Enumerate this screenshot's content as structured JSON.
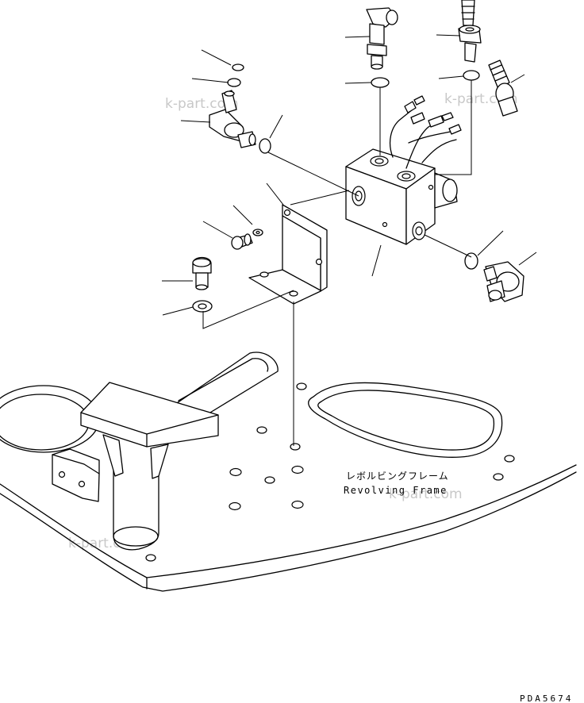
{
  "frame_label_jp": "レボルビングフレーム",
  "frame_label_en": "Revolving Frame",
  "drawing_code": "PDA5674",
  "watermark": "k-part.com",
  "colors": {
    "line": "#000000",
    "background": "#ffffff",
    "watermark": "#c8c8c8"
  }
}
